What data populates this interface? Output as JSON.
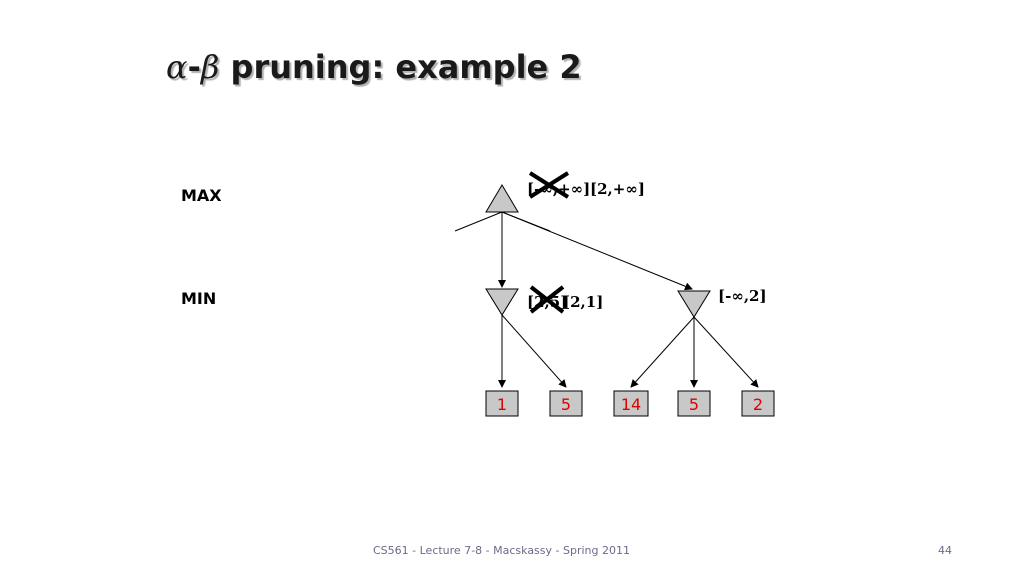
{
  "title": {
    "alpha": "α",
    "dash": "-",
    "beta": "β",
    "text": " pruning: example 2"
  },
  "levels": {
    "max": "MAX",
    "min": "MIN"
  },
  "root": {
    "old_bound": "[-∞,+∞]",
    "new_bound": "[2,+∞]"
  },
  "min_left": {
    "old_bound": "[2,5]",
    "new_bound": "[2,1]"
  },
  "min_right": {
    "bound": "[-∞,2]"
  },
  "leaves": [
    "1",
    "5",
    "14",
    "5",
    "2"
  ],
  "colors": {
    "node_fill": "#c8c8c8",
    "leaf_text": "#e00000"
  },
  "footer": {
    "course": "CS561 - Lecture 7-8 - Macskassy - Spring 2011",
    "page": "44"
  }
}
